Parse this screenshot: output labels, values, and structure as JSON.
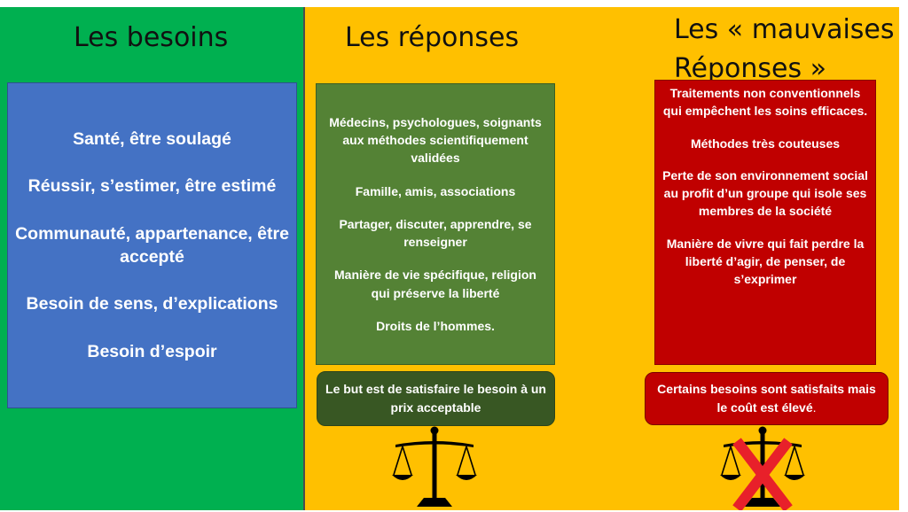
{
  "columns": {
    "besoins": {
      "title": "Les besoins",
      "items": [
        "Santé, être soulagé",
        "Réussir, s’estimer, être estimé",
        "Communauté, appartenance, être accepté",
        "Besoin de sens, d’explications",
        "Besoin d’espoir"
      ]
    },
    "reponses": {
      "title": "Les réponses",
      "items": [
        "Médecins, psychologues, soignants aux méthodes scientifiquement validées",
        "Famille, amis, associations",
        "Partager, discuter, apprendre, se renseigner",
        "Manière de vie spécifique, religion qui préserve la liberté",
        "Droits de l’hommes."
      ],
      "summary": "Le but est de satisfaire le besoin à un prix acceptable",
      "scale_icon": "balance-scale-icon"
    },
    "mauvaises": {
      "title": "Les « mauvaises Réponses »",
      "items": [
        "Traitements non conventionnels qui empêchent les soins efficaces.",
        "Méthodes très couteuses",
        "Perte de son environnement social au profit d’un groupe qui isole ses membres de la société",
        "Manière de vivre qui fait perdre la liberté d’agir, de penser, de s’exprimer"
      ],
      "summary": "Certains besoins sont satisfaits mais le coût est élevé",
      "summary_suffix": ".",
      "scale_icon": "crossed-out-balance-scale-icon"
    }
  },
  "colors": {
    "green_background": "#00b050",
    "yellow_background": "#ffc000",
    "needs_box": "#4472c4",
    "responses_box": "#548235",
    "responses_summary": "#385723",
    "bad_box": "#c00000",
    "cross": "#e8202a"
  }
}
